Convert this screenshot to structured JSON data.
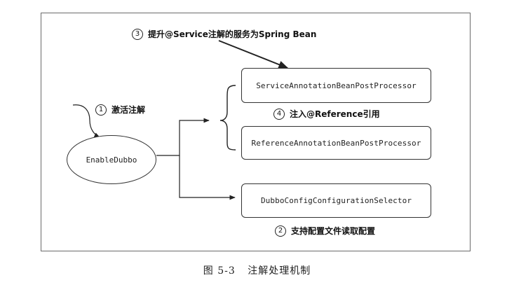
{
  "nodes": {
    "enable_dubbo": "EnableDubbo",
    "service_processor": "ServiceAnnotationBeanPostProcessor",
    "reference_processor": "ReferenceAnnotationBeanPostProcessor",
    "config_selector": "DubboConfigConfigurationSelector"
  },
  "annotations": [
    {
      "number": "3",
      "text": "提升@Service注解的服务为Spring Bean"
    },
    {
      "number": "1",
      "text": "激活注解"
    },
    {
      "number": "4",
      "text": "注入@Reference引用"
    },
    {
      "number": "2",
      "text": "支持配置文件读取配置"
    }
  ],
  "caption": {
    "figure_number": "图 5-3",
    "title": "注解处理机制"
  },
  "colors": {
    "line": "#222222",
    "frame": "#6b6b6b"
  }
}
